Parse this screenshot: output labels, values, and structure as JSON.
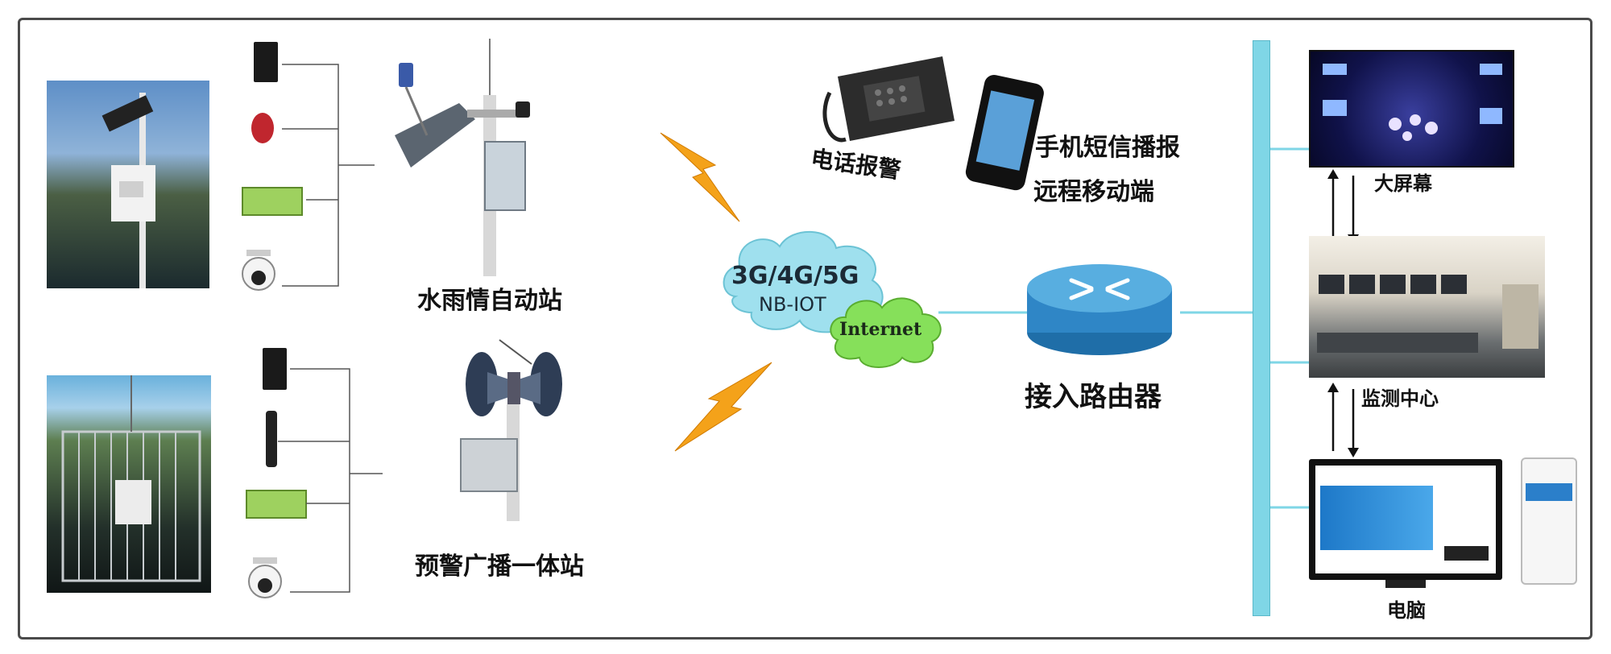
{
  "station1": {
    "label": "水雨情自动站",
    "component_labels": [
      "",
      "",
      "",
      ""
    ]
  },
  "station2": {
    "label": "预警广播一体站",
    "component_labels": [
      "",
      "",
      "",
      ""
    ]
  },
  "network": {
    "cloud_line1": "3G/4G/5G",
    "cloud_line2": "NB-IOT",
    "internet_label": "Internet"
  },
  "alarms": {
    "phone_label": "电话报警",
    "sms_line1": "手机短信播报",
    "sms_line2": "远程移动端"
  },
  "router": {
    "label": "接入路由器"
  },
  "terminals": {
    "big_screen": "大屏幕",
    "control_center": "监测中心",
    "pc_label": "电脑"
  },
  "colors": {
    "bus": "#7fd6e6",
    "cloud": "#9fe0ee",
    "internet": "#86e05a",
    "router": "#2f86c6",
    "bolt": "#f4a21a"
  }
}
